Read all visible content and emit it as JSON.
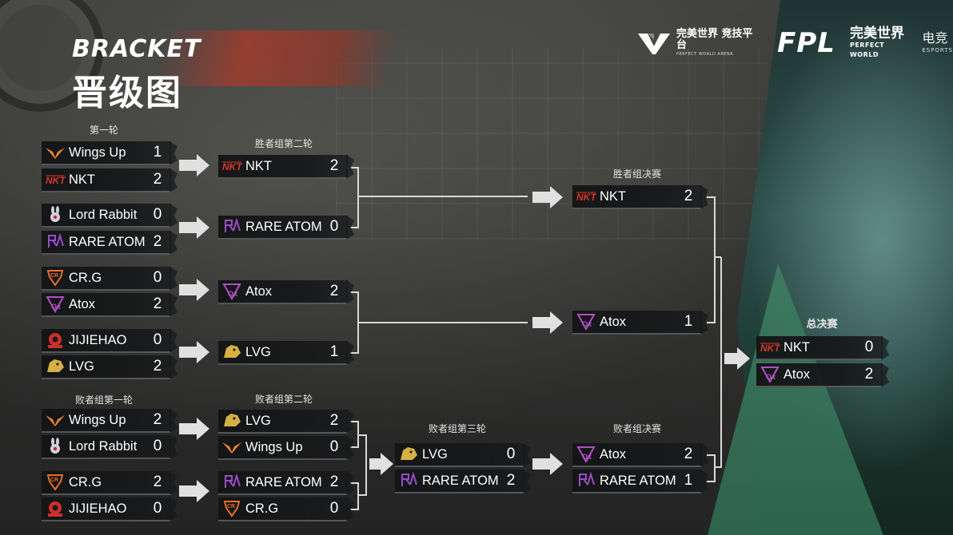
{
  "header": {
    "title_en": "BRACKET",
    "title_cn": "晋级图"
  },
  "logos": {
    "pwa_cn": "完美世界 竞技平台",
    "pwa_en": "PERFECT WORLD ARENA",
    "fpl": "FPL",
    "pw_cn": "完美世界",
    "pw_en": "PERFECT WORLD",
    "esports_cn": "电竞",
    "esports_en": "ESPORTS"
  },
  "colors": {
    "nkt": "#d8362c",
    "atox": "#b04fc4",
    "rare_atom": "#9b4cc9",
    "wings_up": "#e8812c",
    "lvg": "#d7b042",
    "crg": "#e86d2a",
    "jijiehao": "#cf2f2a",
    "lord_rabbit": "#cfd2dc"
  },
  "rounds": {
    "upper_r1": "第一轮",
    "upper_r2": "胜者组第二轮",
    "upper_final": "胜者组决赛",
    "lower_r1": "败者组第一轮",
    "lower_r2": "败者组第二轮",
    "lower_r3": "败者组第三轮",
    "lower_final": "败者组决赛",
    "grand_final": "总决赛"
  },
  "matches": {
    "u1a": [
      {
        "name": "Wings Up",
        "score": "1",
        "logo": "wings-up-logo"
      },
      {
        "name": "NKT",
        "score": "2",
        "logo": "nkt-logo"
      }
    ],
    "u1b": [
      {
        "name": "Lord Rabbit",
        "score": "0",
        "logo": "lord-rabbit-logo"
      },
      {
        "name": "RARE ATOM",
        "score": "2",
        "logo": "rare-atom-logo"
      }
    ],
    "u1c": [
      {
        "name": "CR.G",
        "score": "0",
        "logo": "crg-logo"
      },
      {
        "name": "Atox",
        "score": "2",
        "logo": "atox-logo"
      }
    ],
    "u1d": [
      {
        "name": "JIJIEHAO",
        "score": "0",
        "logo": "jijiehao-logo"
      },
      {
        "name": "LVG",
        "score": "2",
        "logo": "lvg-logo"
      }
    ],
    "u2": [
      {
        "name": "NKT",
        "score": "2",
        "logo": "nkt-logo"
      },
      {
        "name": "RARE ATOM",
        "score": "0",
        "logo": "rare-atom-logo"
      },
      {
        "name": "Atox",
        "score": "2",
        "logo": "atox-logo"
      },
      {
        "name": "LVG",
        "score": "1",
        "logo": "lvg-logo"
      }
    ],
    "ufinal": [
      {
        "name": "NKT",
        "score": "2",
        "logo": "nkt-logo"
      },
      {
        "name": "Atox",
        "score": "1",
        "logo": "atox-logo"
      }
    ],
    "l1a": [
      {
        "name": "Wings Up",
        "score": "2",
        "logo": "wings-up-logo"
      },
      {
        "name": "Lord Rabbit",
        "score": "0",
        "logo": "lord-rabbit-logo"
      }
    ],
    "l1b": [
      {
        "name": "CR.G",
        "score": "2",
        "logo": "crg-logo"
      },
      {
        "name": "JIJIEHAO",
        "score": "0",
        "logo": "jijiehao-logo"
      }
    ],
    "l2a": [
      {
        "name": "LVG",
        "score": "2",
        "logo": "lvg-logo"
      },
      {
        "name": "Wings Up",
        "score": "0",
        "logo": "wings-up-logo"
      }
    ],
    "l2b": [
      {
        "name": "RARE ATOM",
        "score": "2",
        "logo": "rare-atom-logo"
      },
      {
        "name": "CR.G",
        "score": "0",
        "logo": "crg-logo"
      }
    ],
    "l3": [
      {
        "name": "LVG",
        "score": "0",
        "logo": "lvg-logo"
      },
      {
        "name": "RARE ATOM",
        "score": "2",
        "logo": "rare-atom-logo"
      }
    ],
    "lfinal": [
      {
        "name": "Atox",
        "score": "2",
        "logo": "atox-logo"
      },
      {
        "name": "RARE ATOM",
        "score": "1",
        "logo": "rare-atom-logo"
      }
    ],
    "final": [
      {
        "name": "NKT",
        "score": "0",
        "logo": "nkt-logo"
      },
      {
        "name": "Atox",
        "score": "2",
        "logo": "atox-logo"
      }
    ]
  }
}
